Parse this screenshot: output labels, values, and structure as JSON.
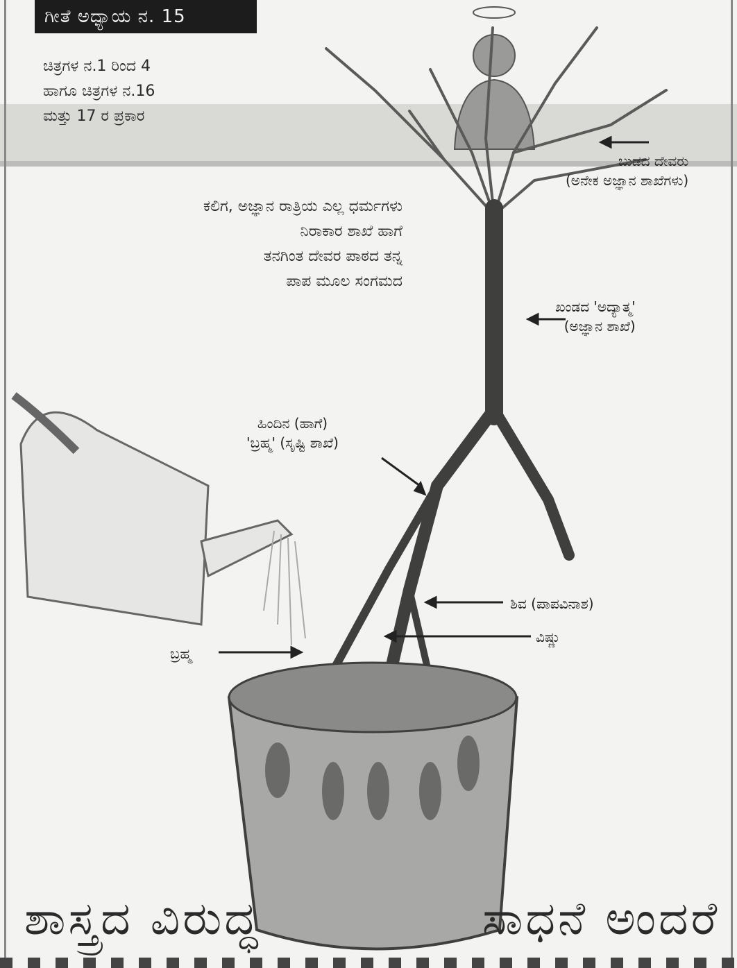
{
  "header": {
    "reference_tag": "ಗೀತೆ ಅಧ್ಯಾಯ ನ. 15"
  },
  "notes": {
    "reference_lines": [
      "ಚಿತ್ರಗಳ ನ.1 ರಿಂದ 4",
      "ಹಾಗೂ ಚಿತ್ರಗಳ ನ.16",
      "ಮತ್ತು 17 ರ ಪ್ರಕಾರ"
    ],
    "intro_lines": [
      "ಕಲಿಗ, ಅಜ್ಞಾನ ರಾತ್ರಿಯ ಎಲ್ಲ ಧರ್ಮಗಳು",
      "ನಿರಾಕಾರ ಶಾಖೆ ಹಾಗೆ",
      "ತನಗಿಂತ ದೇವರ ಪಾಠದ ತನ್ನ",
      "ಪಾಪ ಮೂಲ ಸಂಗಮದ"
    ]
  },
  "labels": {
    "crown_branches": [
      "ಬುಡದ ದೇವರು",
      "(ಅನೇಕ ಅಜ್ಞಾನ ಶಾಖೆಗಳು)"
    ],
    "trunk": [
      "ಖಂಡದ 'ಅದ್ಯಾತ್ಮ'",
      "(ಅಜ್ಞಾನ ಶಾಖೆ)"
    ],
    "fork": [
      "ಹಿಂದಿನ (ಹಾಗೆ)",
      "'ಬ್ರಹ್ಮ' (ಸೃಷ್ಟಿ ಶಾಖೆ)"
    ],
    "root_a": "ಶಿವ (ಪಾಪವಿನಾಶ)",
    "root_b": "ವಿಷ್ಣು",
    "root_c": "ಬ್ರಹ್ಮ"
  },
  "title": {
    "left": "ಶಾಸ್ತ್ರದ ವಿರುದ್ಧ",
    "right": "ಸಾಧನೆ ಅಂದರೆ"
  }
}
